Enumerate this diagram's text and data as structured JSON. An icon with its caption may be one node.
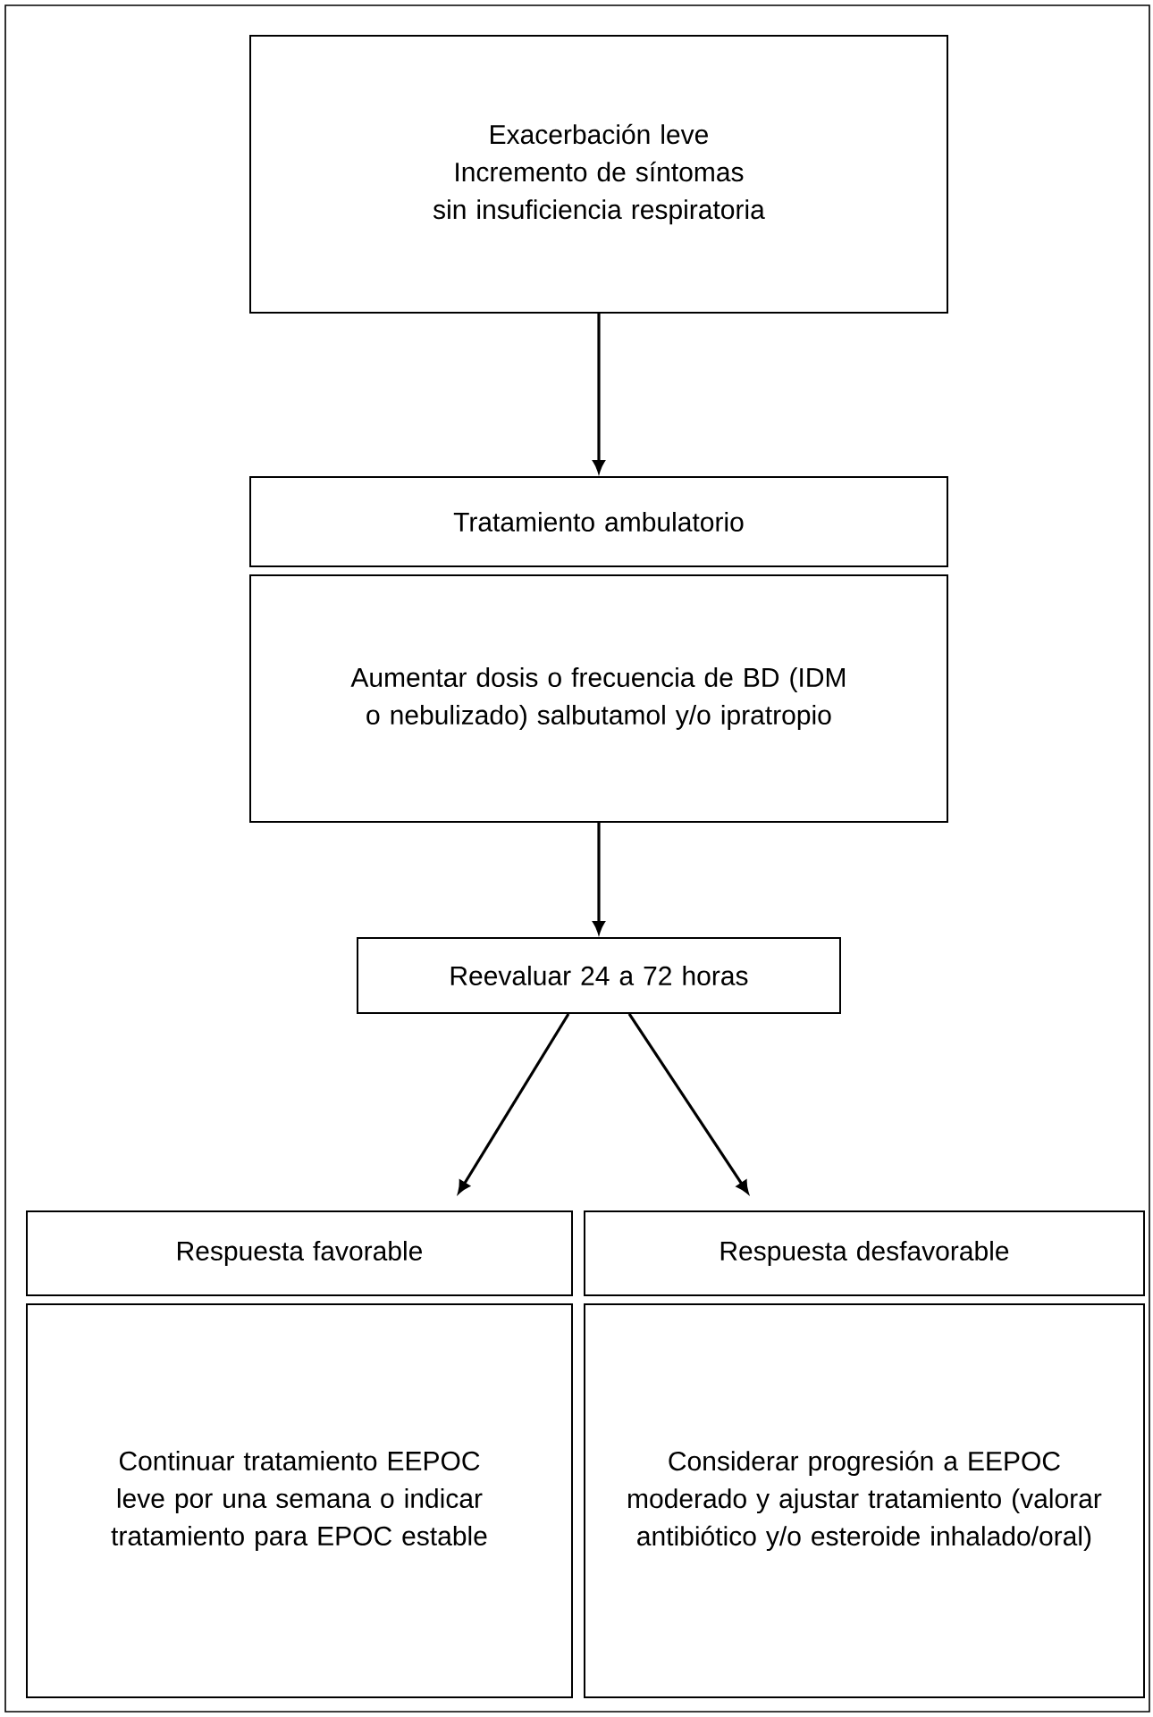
{
  "diagram": {
    "nodes": [
      {
        "text": [
          "Exacerbación leve",
          "Incremento de síntomas sin insuficiencia respiratoria"
        ]
      },
      {
        "text": [
          "Tratamiento ambulatorio"
        ]
      },
      {
        "text": [
          "Aumentar dosis o frecuencia de BD (IDM o nebulizado) salbutamol y/o ipratropio"
        ]
      },
      {
        "text": [
          "Reevaluar 24 a 72 horas"
        ]
      },
      {
        "text": [
          "Respuesta favorable"
        ]
      },
      {
        "text": [
          "Continuar tratamiento EEPOC leve por una semana o indicar tratamiento para EPOC estable"
        ]
      },
      {
        "text": [
          "Respuesta desfavorable"
        ]
      },
      {
        "text": [
          "Considerar progresión a EEPOC moderado y ajustar tratamiento (valorar antibiótico y/o esteroide inhalado/oral)"
        ]
      }
    ],
    "edges": [
      {
        "from": 0,
        "to": 1,
        "arrow": "to"
      },
      {
        "from": 2,
        "to": 3,
        "arrow": "to"
      },
      {
        "from": 3,
        "to": 4,
        "arrow": "to"
      },
      {
        "from": 3,
        "to": 6,
        "arrow": "to"
      }
    ]
  }
}
